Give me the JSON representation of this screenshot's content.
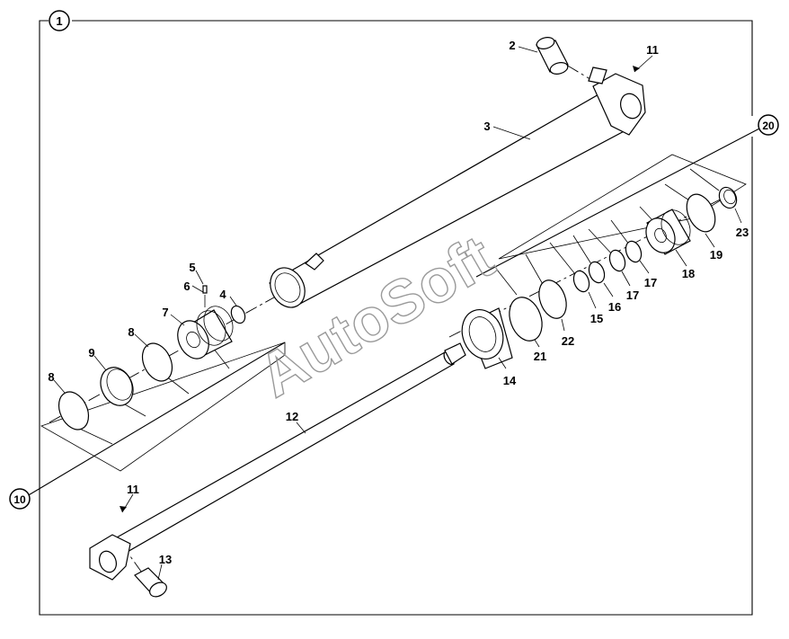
{
  "diagram": {
    "kit_callouts": {
      "main": "1",
      "rod_kit": "10",
      "seal_kit": "20"
    },
    "watermark": "AutoSoft",
    "parts": {
      "p2": "2",
      "p3": "3",
      "p4": "4",
      "p5": "5",
      "p6": "6",
      "p7": "7",
      "p8a": "8",
      "p8b": "8",
      "p9": "9",
      "p11a": "11",
      "p11b": "11",
      "p12": "12",
      "p13": "13",
      "p14": "14",
      "p15": "15",
      "p16": "16",
      "p17a": "17",
      "p17b": "17",
      "p18": "18",
      "p19": "19",
      "p21": "21",
      "p22": "22",
      "p23": "23"
    }
  }
}
